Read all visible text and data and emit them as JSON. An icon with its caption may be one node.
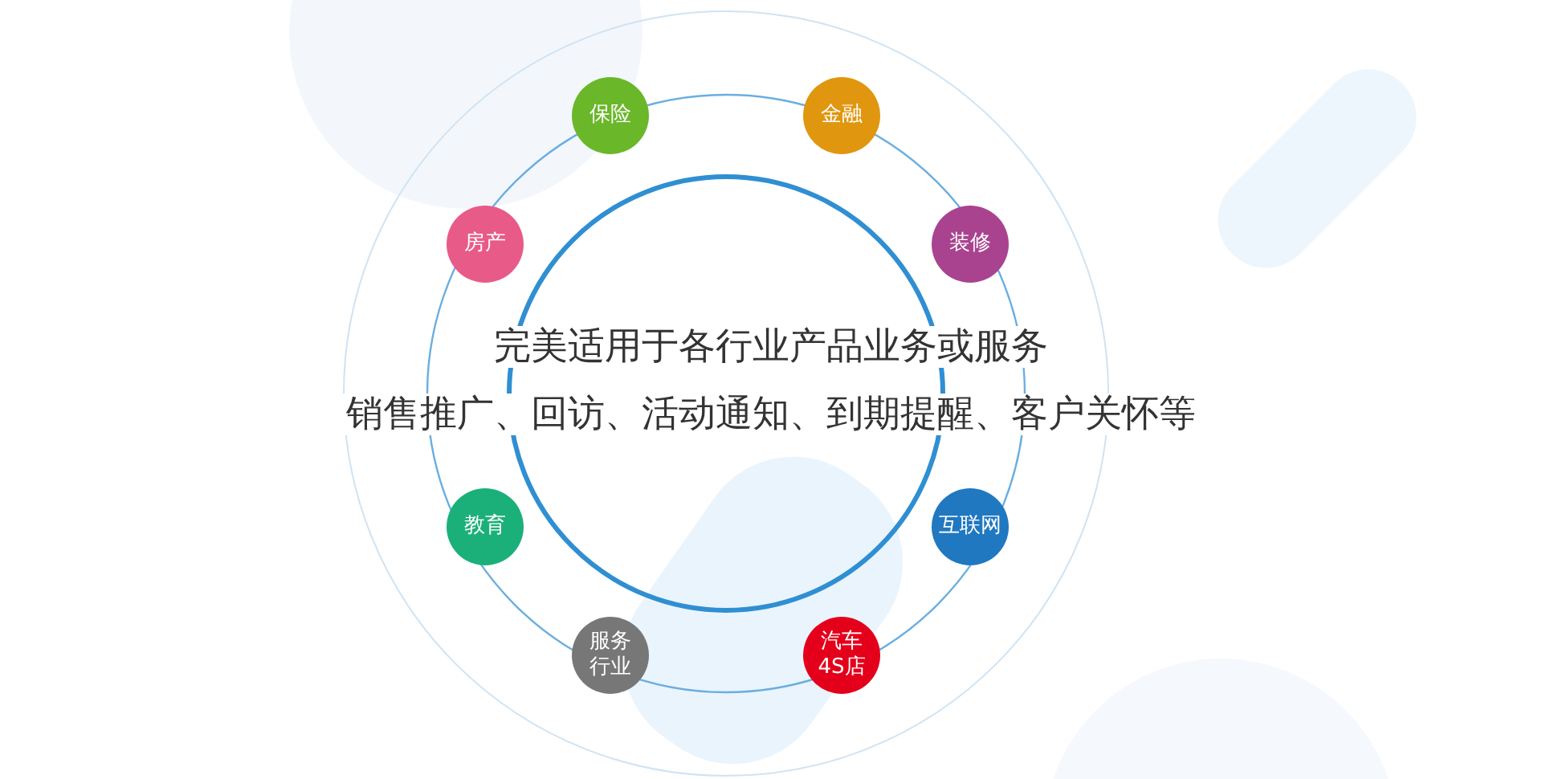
{
  "diagram": {
    "nodes": [
      {
        "text": [
          "保险"
        ]
      },
      {
        "text": [
          "金融"
        ]
      },
      {
        "text": [
          "房产"
        ]
      },
      {
        "text": [
          "装修"
        ]
      },
      {
        "text": [
          "教育"
        ]
      },
      {
        "text": [
          "互联网"
        ]
      },
      {
        "text": [
          "服务行业"
        ]
      },
      {
        "text": [
          "汽车4S店"
        ]
      }
    ],
    "labels": [
      "完美适用于各行业产品业务或服务",
      "销售推广、回访、活动通知、到期提醒、客户关怀等"
    ]
  }
}
